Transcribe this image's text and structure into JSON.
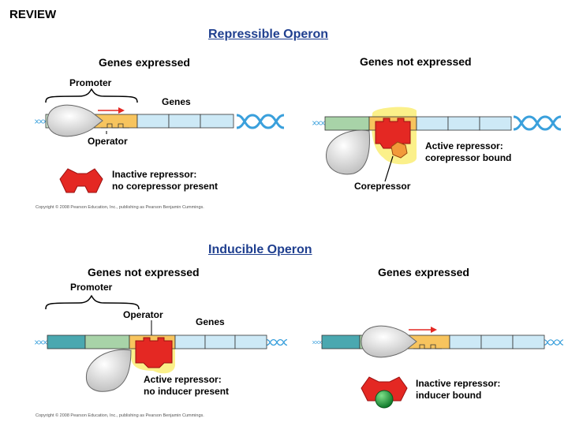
{
  "header": {
    "label": "REVIEW"
  },
  "repressible": {
    "title": "Repressible Operon",
    "left": {
      "title": "Genes expressed",
      "promoter_label": "Promoter",
      "genes_label": "Genes",
      "operator_label": "Operator",
      "repressor_label": "Inactive repressor:\nno corepressor present"
    },
    "right": {
      "title": "Genes not expressed",
      "repressor_label": "Active repressor:\ncorepressor bound",
      "corepressor_label": "Corepressor"
    },
    "copyright": "Copyright © 2008 Pearson Education, Inc., publishing as Pearson Benjamin Cummings."
  },
  "inducible": {
    "title": "Inducible Operon",
    "left": {
      "title": "Genes not expressed",
      "promoter_label": "Promoter",
      "operator_label": "Operator",
      "genes_label": "Genes",
      "repressor_label": "Active repressor:\nno inducer present"
    },
    "right": {
      "title": "Genes expressed",
      "repressor_label": "Inactive repressor:\ninducer bound"
    },
    "copyright": "Copyright © 2008 Pearson Education, Inc., publishing as Pearson Benjamin Cummings."
  },
  "colors": {
    "section_title": "#1f3f8f",
    "dna_helix": "#3aa0dc",
    "promoter_light": "#cfe8d0",
    "promoter_green": "#a8d3a8",
    "teal_region": "#4aa8b0",
    "operator_orange": "#f7c45e",
    "genes_blue": "#cde9f6",
    "repressor_red": "#e42823",
    "corepressor_orange": "#f29a3a",
    "inducer_green": "#19a33c",
    "glow_yellow": "#fbf08a",
    "polymerase_gray": "#e2e2e2",
    "arrow_red": "#e42823"
  }
}
